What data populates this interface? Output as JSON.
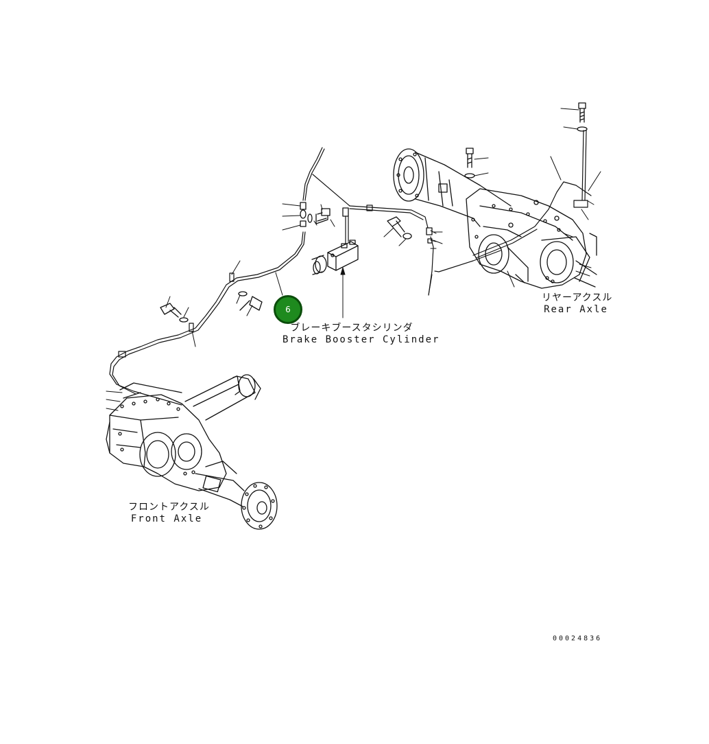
{
  "callout": {
    "number": "6",
    "fill": "#1e8a1e",
    "border": "#0b4d0b"
  },
  "labels": {
    "brake_booster_jp": "ブレーキブースタシリンダ",
    "brake_booster_en": "Brake Booster Cylinder",
    "rear_axle_jp": "リヤーアクスル",
    "rear_axle_en": "Rear Axle",
    "front_axle_jp": "フロントアクスル",
    "front_axle_en": "Front Axle"
  },
  "drawing_number": "00024836",
  "colors": {
    "line": "#111111",
    "background": "#ffffff"
  }
}
